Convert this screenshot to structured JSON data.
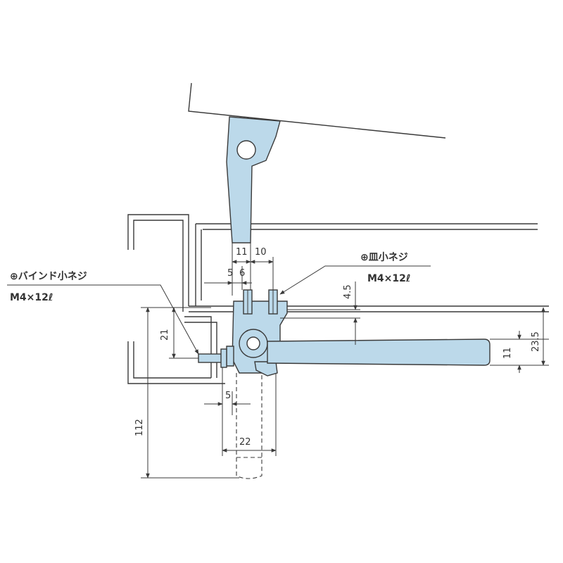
{
  "colors": {
    "part_fill": "#bcd9ea",
    "line": "#3a3a3a",
    "text": "#333333"
  },
  "callouts": {
    "left_screw": {
      "name": "⊕バインド小ネジ",
      "spec": "M4×12ℓ"
    },
    "right_screw": {
      "name": "⊕皿小ネジ",
      "spec": "M4×12ℓ"
    }
  },
  "dimensions": {
    "d11_top": "11",
    "d10_top": "10",
    "d5_top": "5",
    "d6_top": "6",
    "d4_5": "4.5",
    "d21": "21",
    "d23_5": "23.5",
    "d11_right": "11",
    "d112": "112",
    "d5_bottom": "5",
    "d22": "22"
  }
}
